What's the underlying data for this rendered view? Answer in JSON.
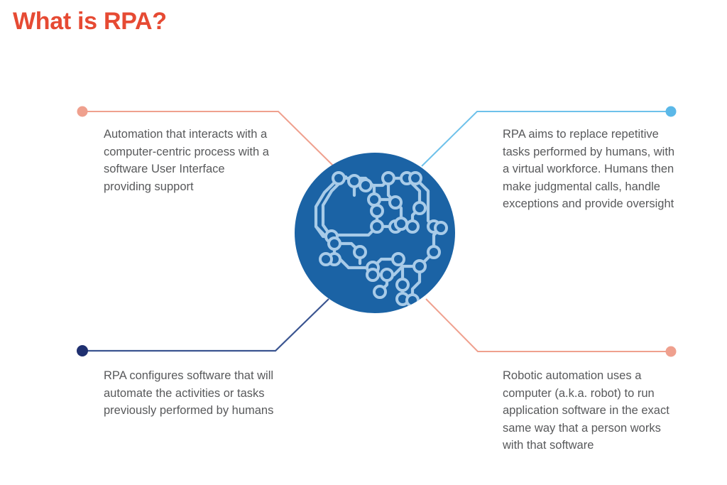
{
  "slide": {
    "title": "What is RPA?",
    "title_color": "#e64a33",
    "background_color": "#ffffff",
    "body_text_color": "#58595b"
  },
  "center": {
    "icon_name": "circuit-brain-icon",
    "circle_color": "#1b63a5",
    "trace_color": "#a8cbe8"
  },
  "callouts": {
    "top_left": {
      "text": "Automation that interacts with a computer-centric process with a software User Interface providing support",
      "marker_color": "#efa08e",
      "line_color": "#efa08e"
    },
    "top_right": {
      "text": "RPA aims to replace repetitive\ntasks performed by humans, with a virtual workforce. Humans then make judgmental calls, handle exceptions and provide oversight",
      "marker_color": "#5bb8e8",
      "line_color": "#6ec1ea"
    },
    "bottom_left": {
      "text": "RPA configures software that will automate the activities or tasks previously performed by humans",
      "marker_color": "#1f3070",
      "line_color": "#3a5490"
    },
    "bottom_right": {
      "text": "Robotic automation uses a computer (a.k.a. robot) to run application software in the exact same way that a person works with that software",
      "marker_color": "#efa08e",
      "line_color": "#efa08e"
    }
  }
}
